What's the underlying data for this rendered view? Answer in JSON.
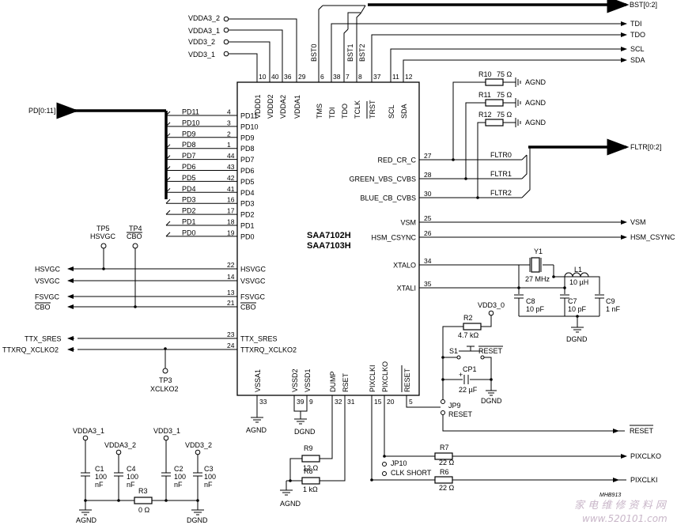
{
  "chip": {
    "name1": "SAA7102H",
    "name2": "SAA7103H",
    "left_pins": [
      {
        "name": "PD11",
        "num": "4"
      },
      {
        "name": "PD10",
        "num": "3"
      },
      {
        "name": "PD9",
        "num": "2"
      },
      {
        "name": "PD8",
        "num": "1"
      },
      {
        "name": "PD7",
        "num": "44"
      },
      {
        "name": "PD6",
        "num": "43"
      },
      {
        "name": "PD5",
        "num": "42"
      },
      {
        "name": "PD4",
        "num": "41"
      },
      {
        "name": "PD3",
        "num": "16"
      },
      {
        "name": "PD2",
        "num": "17"
      },
      {
        "name": "PD1",
        "num": "18"
      },
      {
        "name": "PD0",
        "num": "19"
      }
    ],
    "left_ctrl_pins": [
      {
        "name": "HSVGC",
        "num": "22",
        "net": "HSVGC"
      },
      {
        "name": "VSVGC",
        "num": "14",
        "net": "VSVGC"
      },
      {
        "name": "FSVGC",
        "num": "13",
        "net": "FSVGC"
      },
      {
        "name": "CBO",
        "num": "21",
        "net": "CBO"
      },
      {
        "name": "TTX_SRES",
        "num": "23",
        "net": "TTX_SRES"
      },
      {
        "name": "TTXRQ_XCLKO2",
        "num": "24",
        "net": "TTXRQ_XCLKO2"
      }
    ],
    "top_pins": [
      {
        "name": "VDDD1",
        "num": "10"
      },
      {
        "name": "VDDD2",
        "num": "40"
      },
      {
        "name": "VDDA2",
        "num": "36"
      },
      {
        "name": "VDDA1",
        "num": "29"
      },
      {
        "name": "TMS",
        "num": "6"
      },
      {
        "name": "TDI",
        "num": "38"
      },
      {
        "name": "TDO",
        "num": "7"
      },
      {
        "name": "TCLK",
        "num": "8"
      },
      {
        "name": "TRST",
        "num": "37"
      },
      {
        "name": "SCL",
        "num": "11"
      },
      {
        "name": "SDA",
        "num": "12"
      }
    ],
    "right_pins": [
      {
        "name": "RED_CR_C",
        "num": "27"
      },
      {
        "name": "GREEN_VBS_CVBS",
        "num": "28"
      },
      {
        "name": "BLUE_CB_CVBS",
        "num": "30"
      },
      {
        "name": "VSM",
        "num": "25"
      },
      {
        "name": "HSM_CSYNC",
        "num": "26"
      },
      {
        "name": "XTALO",
        "num": "34"
      },
      {
        "name": "XTALI",
        "num": "35"
      }
    ],
    "bottom_pins": [
      {
        "name": "VSSA1",
        "num": "33"
      },
      {
        "name": "VSSD2",
        "num": "39"
      },
      {
        "name": "VSSD1",
        "num": "9"
      },
      {
        "name": "DUMP",
        "num": "32"
      },
      {
        "name": "RSET",
        "num": "31"
      },
      {
        "name": "PIXCLKI",
        "num": "15"
      },
      {
        "name": "PIXCLKO",
        "num": "20"
      },
      {
        "name": "RESET",
        "num": "5"
      }
    ]
  },
  "nets": {
    "pd_bus": "PD[0:11]",
    "bst_bus": "BST[0:2]",
    "tdi": "TDI",
    "tdo": "TDO",
    "scl": "SCL",
    "sda": "SDA",
    "fltr_bus": "FLTR[0:2]",
    "fltr0": "FLTR0",
    "fltr1": "FLTR1",
    "fltr2": "FLTR2",
    "vsm": "VSM",
    "hsm_csync": "HSM_CSYNC",
    "bst0": "BST0",
    "bst1": "BST1",
    "bst2": "BST2",
    "reset_in": "RESET",
    "pixclko": "PIXCLKO",
    "pixclki": "PIXCLKI",
    "vdda3_2": "VDDA3_2",
    "vdda3_1": "VDDA3_1",
    "vdd3_2": "VDD3_2",
    "vdd3_1": "VDD3_1",
    "vdd3_0": "VDD3_0"
  },
  "tps": {
    "tp5": "TP5",
    "tp5_net": "HSVGC",
    "tp4": "TP4",
    "tp4_net": "CBO",
    "tp3": "TP3",
    "tp3_net": "XCLKO2"
  },
  "parts": {
    "r10": "R10",
    "r10_val": "75 Ω",
    "r11": "R11",
    "r11_val": "75 Ω",
    "r12": "R12",
    "r12_val": "75 Ω",
    "agnd": "AGND",
    "dgnd": "DGND",
    "y1": "Y1",
    "y1_val": "27 MHz",
    "l1": "L1",
    "l1_val": "10 µH",
    "c8": "C8",
    "c8_val": "10 pF",
    "c7": "C7",
    "c7_val": "10 pF",
    "c9": "C9",
    "c9_val": "1 nF",
    "r2": "R2",
    "r2_val": "4.7 kΩ",
    "s1": "S1",
    "s1_net": "RESET",
    "cp1": "CP1",
    "cp1_val": "22 µF",
    "jp9": "JP9",
    "jp9_net": "RESET",
    "jp10": "JP10",
    "jp10_net": "CLK SHORT",
    "r9": "R9",
    "r9_val": "12 Ω",
    "r8": "R8",
    "r8_val": "1 kΩ",
    "r7": "R7",
    "r7_val": "22 Ω",
    "r6": "R6",
    "r6_val": "22 Ω",
    "c1": "C1",
    "c4": "C4",
    "c2": "C2",
    "c3": "C3",
    "cap100": "100",
    "capnf": "nF",
    "r3": "R3",
    "r3_val": "0 Ω",
    "vdda3_1": "VDDA3_1",
    "vdda3_2": "VDDA3_2",
    "vdd3_1": "VDD3_1",
    "vdd3_2": "VDD3_2"
  },
  "figure_id": "MHB913",
  "watermark": {
    "cn": "家 电 维 修 资 料 网",
    "url": "www.520101.com"
  }
}
